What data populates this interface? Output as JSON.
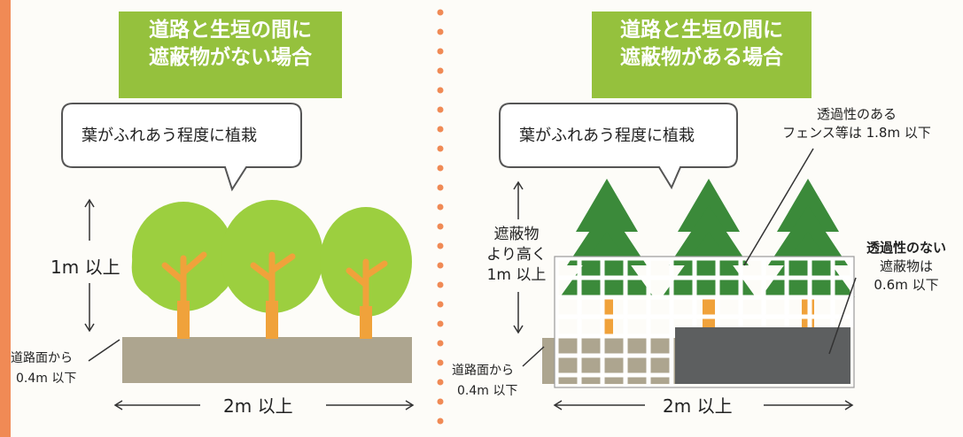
{
  "left": {
    "title_line1": "道路と生垣の間に",
    "title_line2": "遮蔽物がない場合",
    "bubble": "葉がふれあう程度に植栽",
    "height_label": "1m 以上",
    "ground_line1": "道路面から",
    "ground_line2": "0.4m 以下",
    "width_label": "2m 以上"
  },
  "right": {
    "title_line1": "道路と生垣の間に",
    "title_line2": "遮蔽物がある場合",
    "bubble": "葉がふれあう程度に植栽",
    "fence_line1": "透過性のある",
    "fence_line2": "フェンス等は 1.8m 以下",
    "height_line1": "遮蔽物",
    "height_line2": "より高く",
    "height_line3": "1m 以上",
    "opaque_line1": "透過性のない",
    "opaque_line2": "遮蔽物は",
    "opaque_line3": "0.6m 以下",
    "ground_line1": "道路面から",
    "ground_line2": "0.4m 以下",
    "width_label": "2m 以上"
  },
  "colors": {
    "title_bg": "#95c13d",
    "tree_light": "#9ccf3f",
    "tree_dark": "#3b8a3a",
    "trunk": "#f0a23b",
    "ground": "#ada58f",
    "wall": "#5d5f60",
    "fence": "#9a9a9a",
    "dots": "#f08a55"
  }
}
